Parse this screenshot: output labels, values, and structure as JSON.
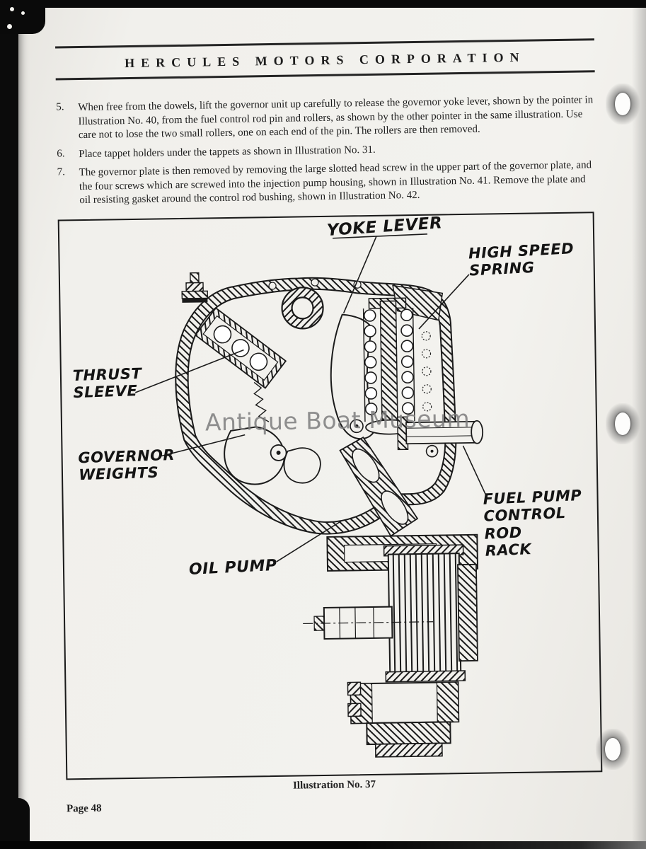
{
  "header": {
    "title": "HERCULES MOTORS CORPORATION"
  },
  "instructions": [
    {
      "number": "5.",
      "text": "When free from the dowels, lift the governor unit up carefully to release the governor yoke lever, shown by the pointer in Illustration No. 40, from the fuel control rod pin and rollers, as shown by the other pointer in the same illustration. Use care not to lose the two small rollers, one on each end of the pin. The rollers are then removed."
    },
    {
      "number": "6.",
      "text": "Place tappet holders under the tappets as shown in Illustration No. 31."
    },
    {
      "number": "7.",
      "text": "The governor plate is then removed by removing the large slotted head screw in the upper part of the governor plate, and the four screws which are screwed into the injection pump housing, shown in Illustration No. 41. Remove the plate and oil resisting gasket around the control rod bushing, shown in Illustration No. 42."
    }
  ],
  "figure": {
    "caption": "Illustration No. 37",
    "watermark": "Antique Boat Museum",
    "labels": {
      "yoke_lever": "YOKE LEVER",
      "high_speed_spring": "HIGH SPEED\nSPRING",
      "thrust_sleeve": "THRUST\nSLEEVE",
      "governor_weights": "GOVERNOR\nWEIGHTS",
      "oil_pump": "OIL PUMP",
      "fuel_pump_control_rod_rack": "FUEL PUMP\nCONTROL ROD\nRACK"
    }
  },
  "footer": {
    "page_number": "Page 48"
  },
  "colors": {
    "ink": "#1b1b1b",
    "paper": "#f1f0ec",
    "watermark": "#7d7d7d"
  }
}
